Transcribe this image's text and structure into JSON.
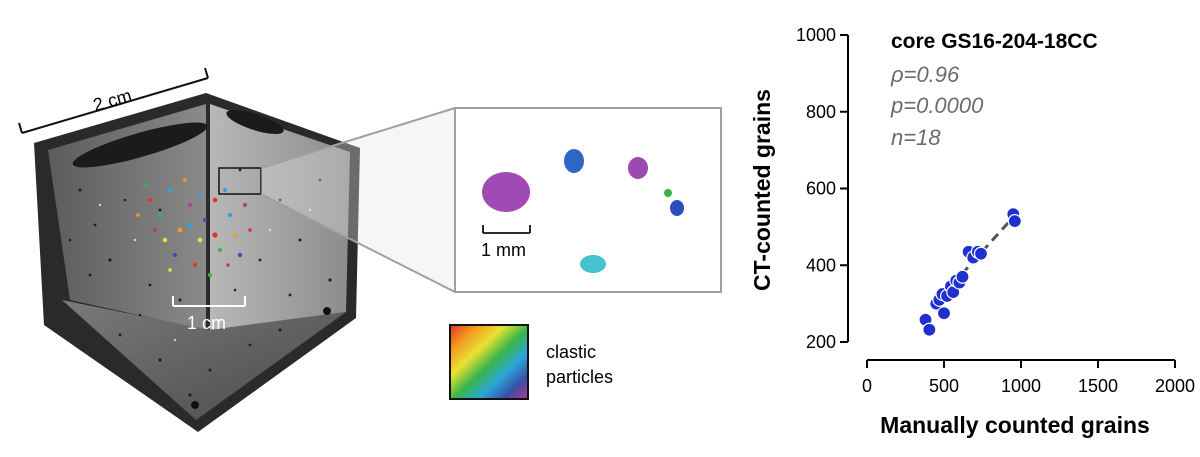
{
  "left_panel": {
    "scale_2cm": "2 cm",
    "scale_1cm": "1 cm"
  },
  "inset": {
    "scale_1mm": "1 mm"
  },
  "legend": {
    "line1": "clastic",
    "line2": "particles"
  },
  "chart_data": {
    "type": "scatter",
    "title": "core GS16-204-18CC",
    "stats": [
      "ρ=0.96",
      "p=0.0000",
      "n=18"
    ],
    "xlabel": "Manually counted grains",
    "ylabel": "CT-counted grains",
    "xlim": [
      0,
      2000
    ],
    "ylim": [
      200,
      1000
    ],
    "xticks": [
      0,
      500,
      1000,
      1500,
      2000
    ],
    "yticks": [
      200,
      400,
      600,
      800,
      1000
    ],
    "point_color": "#1f2fd0",
    "trend_color": "#555555",
    "points": [
      {
        "x": 380,
        "y": 258
      },
      {
        "x": 405,
        "y": 232
      },
      {
        "x": 450,
        "y": 300
      },
      {
        "x": 470,
        "y": 310
      },
      {
        "x": 490,
        "y": 325
      },
      {
        "x": 500,
        "y": 275
      },
      {
        "x": 520,
        "y": 320
      },
      {
        "x": 545,
        "y": 345
      },
      {
        "x": 560,
        "y": 330
      },
      {
        "x": 580,
        "y": 360
      },
      {
        "x": 600,
        "y": 355
      },
      {
        "x": 620,
        "y": 370
      },
      {
        "x": 660,
        "y": 435
      },
      {
        "x": 690,
        "y": 420
      },
      {
        "x": 720,
        "y": 435
      },
      {
        "x": 740,
        "y": 430
      },
      {
        "x": 950,
        "y": 533
      },
      {
        "x": 960,
        "y": 515
      }
    ],
    "trendline": [
      {
        "x": 420,
        "y": 290
      },
      {
        "x": 960,
        "y": 530
      }
    ]
  }
}
